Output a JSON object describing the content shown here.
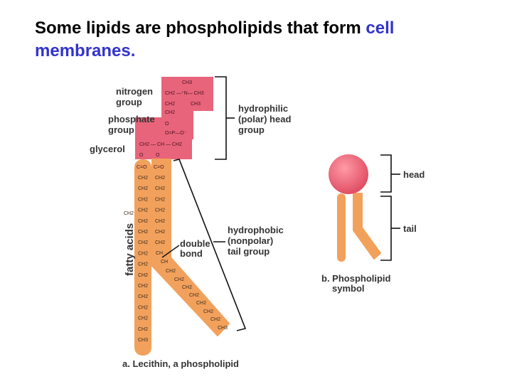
{
  "slide": {
    "title_part1": "Some lipids are phospholipids that form ",
    "title_accent": "cell membranes.",
    "accent_color": "#3333cc"
  },
  "diagram": {
    "labels": {
      "nitrogen_group": [
        "nitrogen",
        "group"
      ],
      "phosphate_group": [
        "phosphate",
        "group"
      ],
      "glycerol": "glycerol",
      "hydrophilic": [
        "hydrophilic",
        "(polar) head",
        "group"
      ],
      "fatty_acids": "fatty acids",
      "double_bond": [
        "double",
        "bond"
      ],
      "hydrophobic": [
        "hydrophobic",
        "(nonpolar)",
        "tail group"
      ],
      "caption_a": "a. Lecithin, a phospholipid",
      "head": "head",
      "tail": "tail",
      "caption_b": [
        "b. Phospholipid",
        "symbol"
      ]
    },
    "chem": {
      "ch3": "CH3",
      "ch2": "CH2",
      "ch": "CH",
      "n_plus": "CH2 —⁺N— CH3",
      "phosphate": "O=P—O⁻",
      "o": "O",
      "glycerol_row": "CH2 — CH — CH2",
      "ester": "C=O"
    },
    "colors": {
      "head": "#e8647a",
      "tail": "#f2a15c",
      "sphere": "#ef6b7e"
    }
  }
}
